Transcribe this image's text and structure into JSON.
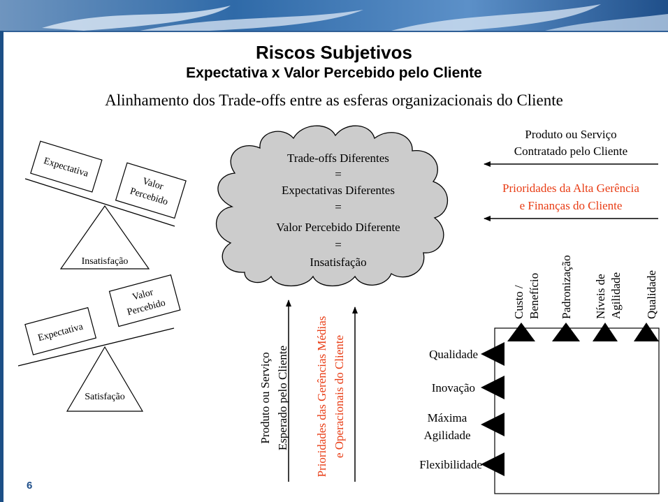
{
  "slide": {
    "title": "Riscos Subjetivos",
    "subtitle": "Expectativa x Valor Percebido pelo Cliente",
    "heading": "Alinhamento dos Trade-offs entre as esferas organizacionais do Cliente",
    "page_number": "6"
  },
  "scale_top": {
    "box_left": "Expectativa",
    "box_right_line1": "Valor",
    "box_right_line2": "Percebido",
    "result": "Insatisfação"
  },
  "scale_bottom": {
    "box_left": "Expectativa",
    "box_right_line1": "Valor",
    "box_right_line2": "Percebido",
    "result": "Satisfação"
  },
  "cloud": {
    "lines": [
      "Trade-offs Diferentes",
      "=",
      "Expectativas Diferentes",
      "=",
      "Valor Percebido Diferente",
      "=",
      "Insatisfação"
    ]
  },
  "right_arrows": {
    "contracted_line1": "Produto ou Serviço",
    "contracted_line2": "Contratado pelo Cliente",
    "management_line1": "Prioridades da Alta Gerência",
    "management_line2": "e Finanças do Cliente"
  },
  "vertical_labels": {
    "expected_line1": "Produto ou Serviço",
    "expected_line2": "Esperado pelo Cliente",
    "middle_line1": "Prioridades das Gerências Médias",
    "middle_line2": "e Operacionais do Cliente"
  },
  "tradeoff_box": {
    "top_labels": [
      {
        "line1": "Custo /",
        "line2": "Benefício"
      },
      {
        "line1": "Padronização",
        "line2": ""
      },
      {
        "line1": "Níveis de",
        "line2": "Agilidade"
      },
      {
        "line1": "Qualidade",
        "line2": ""
      }
    ],
    "left_labels": [
      {
        "line1": "Qualidade",
        "line2": ""
      },
      {
        "line1": "Inovação",
        "line2": ""
      },
      {
        "line1": "Máxima",
        "line2": "Agilidade"
      },
      {
        "line1": "Flexibilidade",
        "line2": ""
      }
    ]
  },
  "colors": {
    "accent_red": "#e83c14",
    "banner_blue": "#1c4f86",
    "cloud_fill": "#cccccc"
  }
}
